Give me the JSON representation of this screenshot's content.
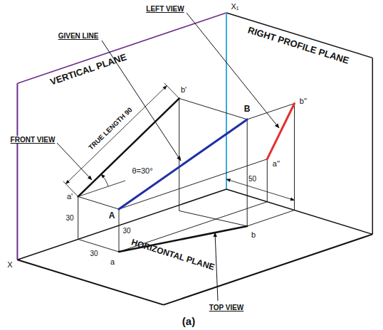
{
  "diagram": {
    "caption": "(a)",
    "labels": [
      "LEFT VIEW",
      "GIVEN LINE",
      "VERTICAL PLANE",
      "RIGHT PROFILE PLANE",
      "X₁",
      "FRONT VIEW",
      "TRUE LENGTH 90",
      "θ=30°",
      "b'",
      "B",
      "b''",
      "a'",
      "A",
      "a''",
      "50",
      "30",
      "30",
      "30",
      "b",
      "a",
      "X",
      "TOP VIEW",
      "HORIZONTAL PLANE"
    ]
  }
}
